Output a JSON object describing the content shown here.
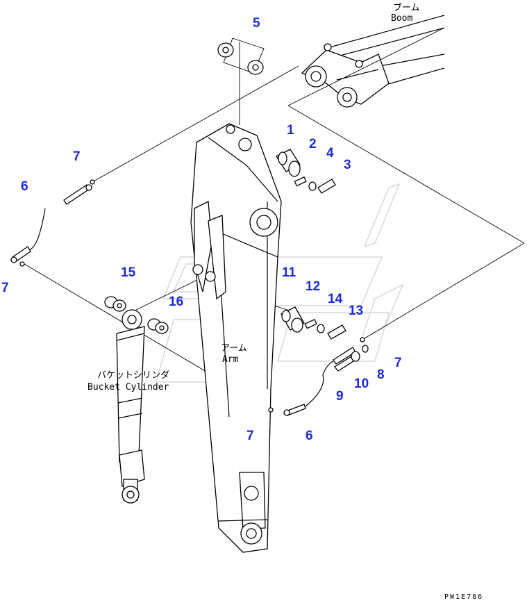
{
  "labels": {
    "boom_jp": "ブーム",
    "boom_en": "Boom",
    "arm_jp": "アーム",
    "arm_en": "Arm",
    "bucket_cylinder_jp": "バケットシリンダ",
    "bucket_cylinder_en": "Bucket Cylinder",
    "drawing_code": "PW1E786"
  },
  "callouts": {
    "c1": "1",
    "c2": "2",
    "c3": "3",
    "c4": "4",
    "c5": "5",
    "c6a": "6",
    "c6b": "6",
    "c7a": "7",
    "c7b": "7",
    "c7c": "7",
    "c7d": "7",
    "c8": "8",
    "c9": "9",
    "c10": "10",
    "c11": "11",
    "c12": "12",
    "c13": "13",
    "c14": "14",
    "c15": "15",
    "c16": "16"
  },
  "colors": {
    "callout": "#1c2ad6",
    "line": "#000000",
    "watermark": "#b8b8b8"
  }
}
